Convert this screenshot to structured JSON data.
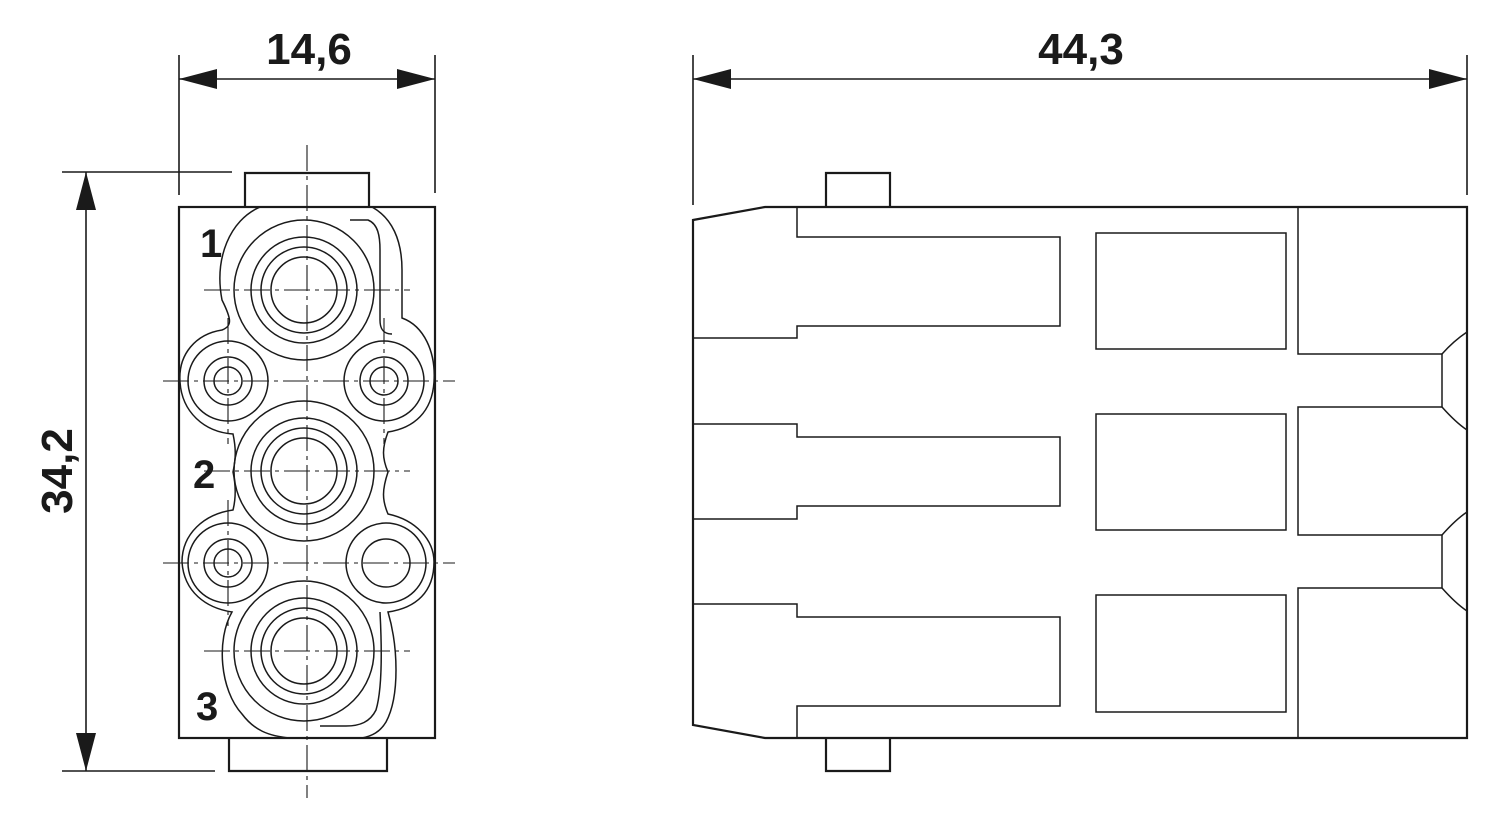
{
  "dimensions": {
    "front_width": "14,6",
    "height": "34,2",
    "side_length": "44,3"
  },
  "pin_labels": [
    "1",
    "2",
    "3"
  ]
}
